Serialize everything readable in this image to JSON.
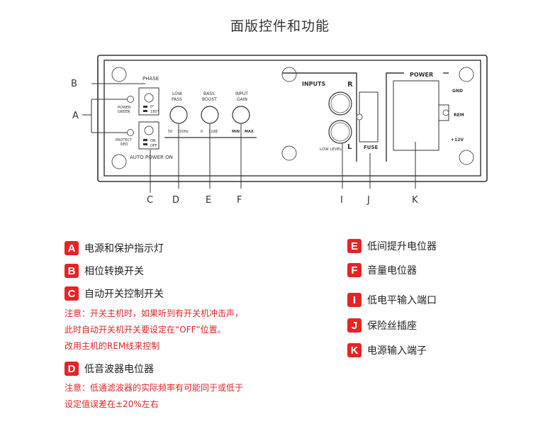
{
  "title": "面版控件和功能",
  "panel": {
    "phase": "PHASE",
    "power_green_1": "POWER",
    "power_green_2": "GREEN",
    "protect_red_1": "PROTECT",
    "protect_red_2": "RED",
    "phase_0": "0°",
    "phase_180": "180°",
    "on": "ON",
    "off": "OFF",
    "auto_power_on": "AUTO POWER ON",
    "low_pass_1": "LOW",
    "low_pass_2": "PASS",
    "low_pass_scale_1": "50",
    "low_pass_scale_2": "150Hz",
    "bass_boost_1": "BASS",
    "bass_boost_2": "BOOST",
    "bass_scale_1": "0",
    "bass_scale_2": "12dB",
    "input_gain_1": "INPUT",
    "input_gain_2": "GAIN",
    "gain_min": "MIN",
    "gain_max": "MAX",
    "inputs": "INPUTS",
    "r": "R",
    "l": "L",
    "low_level": "LOW  LEVEL",
    "fuse": "FUSE",
    "power": "POWER",
    "gnd": "GND",
    "rem": "REM",
    "plus12v": "+12V"
  },
  "callouts": [
    "A",
    "B",
    "C",
    "D",
    "E",
    "F",
    "I",
    "J",
    "K"
  ],
  "legend_left": [
    {
      "letter": "A",
      "text": "电源和保护指示灯"
    },
    {
      "letter": "B",
      "text": "相位转换开关"
    },
    {
      "letter": "C",
      "text": "自动开关控制开关"
    },
    {
      "letter": "D",
      "text": "低音波器电位器"
    }
  ],
  "note_c": [
    "注意：开关主机时，如果听到有开关机冲击声，",
    "此时自动开关机开关要设定在“OFF”位置。",
    "改用主机的REM线来控制"
  ],
  "note_d": [
    "注意：低通滤波器的实际频率有可能同于或低于",
    "设定值误差在±20%左右"
  ],
  "legend_right": [
    {
      "letter": "E",
      "text": "低间提升电位器"
    },
    {
      "letter": "F",
      "text": "音量电位器"
    },
    {
      "letter": "I",
      "text": "低电平输入端口"
    },
    {
      "letter": "J",
      "text": "保险丝插座"
    },
    {
      "letter": "K",
      "text": "电源输入端子"
    }
  ],
  "colors": {
    "accent": "#e62325",
    "line": "#333333"
  }
}
